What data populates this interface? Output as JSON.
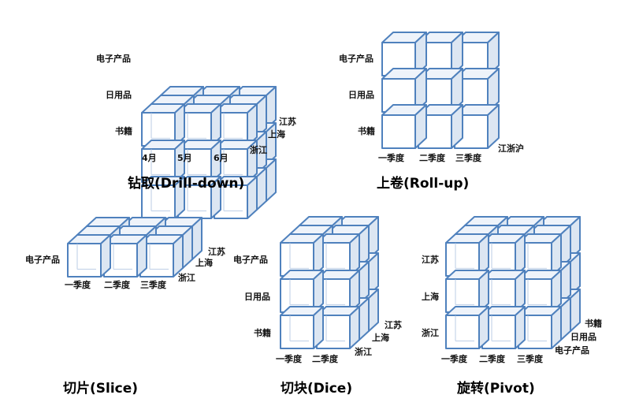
{
  "colors": {
    "edge": "#4f81bd",
    "front": "#ffffff",
    "side": "#dce6f2",
    "top": "#eef3fa",
    "inner": "#c6d5ea"
  },
  "drilldown": {
    "title": "钻取(Drill-down)",
    "rows": [
      "电子产品",
      "日用品",
      "书籍"
    ],
    "cols": [
      "4月",
      "5月",
      "6月"
    ],
    "depth": [
      "江苏",
      "上海",
      "浙江"
    ]
  },
  "rollup": {
    "title": "上卷(Roll-up)",
    "rows": [
      "电子产品",
      "日用品",
      "书籍"
    ],
    "cols": [
      "一季度",
      "二季度",
      "三季度"
    ],
    "depth": [
      "江浙沪"
    ]
  },
  "slice": {
    "title": "切片(Slice)",
    "rows": [
      "电子产品"
    ],
    "cols": [
      "一季度",
      "二季度",
      "三季度"
    ],
    "depth": [
      "江苏",
      "上海",
      "浙江"
    ]
  },
  "dice": {
    "title": "切块(Dice)",
    "rows": [
      "电子产品",
      "日用品",
      "书籍"
    ],
    "cols": [
      "一季度",
      "二季度"
    ],
    "depth": [
      "江苏",
      "上海",
      "浙江"
    ]
  },
  "pivot": {
    "title": "旋转(Pivot)",
    "rows": [
      "江苏",
      "上海",
      "浙江"
    ],
    "cols": [
      "一季度",
      "二季度",
      "三季度"
    ],
    "depth": [
      "书籍",
      "日用品",
      "电子产品"
    ]
  }
}
